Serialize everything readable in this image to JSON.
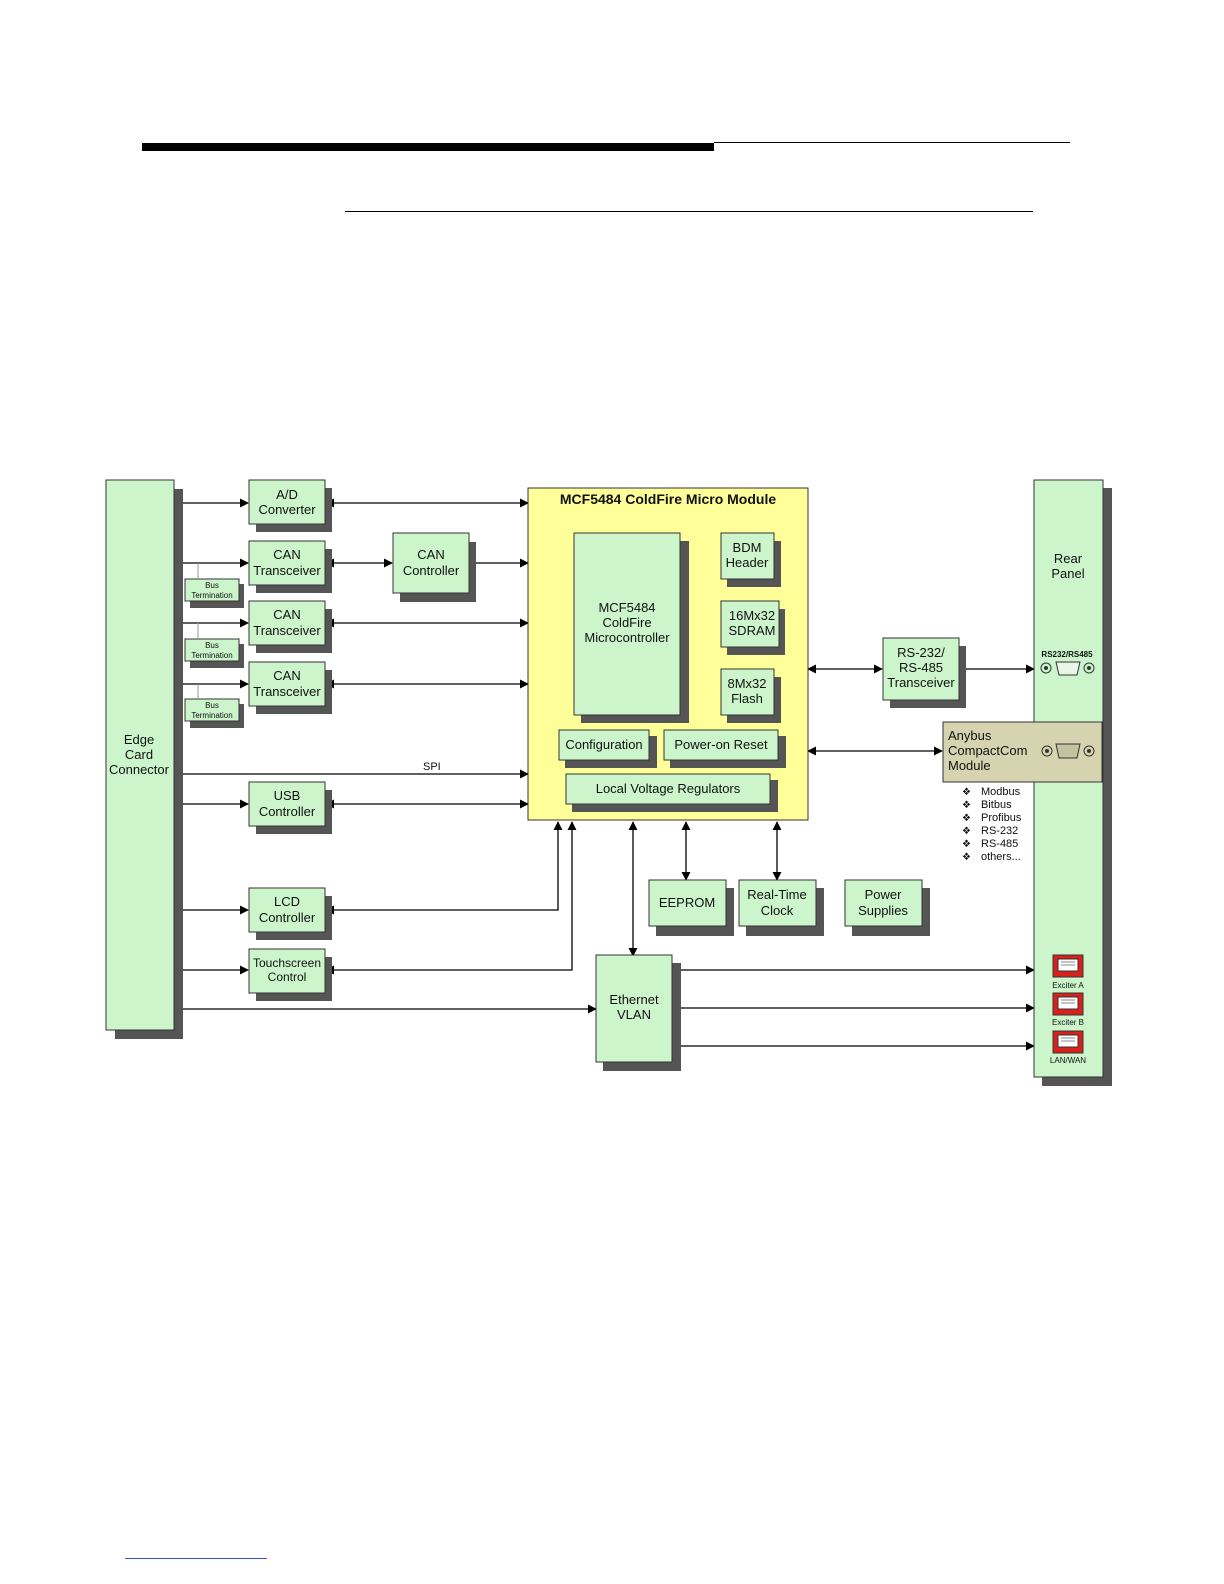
{
  "diagram": {
    "module": {
      "title": "MCF5484 ColdFire Micro Module",
      "mcu": [
        "MCF5484",
        "ColdFire",
        "Microcontroller"
      ],
      "bdm": [
        "BDM",
        "Header"
      ],
      "sdram": [
        "16Mx32",
        "SDRAM"
      ],
      "flash": [
        "8Mx32",
        "Flash"
      ],
      "configuration": "Configuration",
      "power_on_reset": "Power-on Reset",
      "voltage_regulators": "Local Voltage Regulators"
    },
    "edge_connector": [
      "Edge",
      "Card",
      "Connector"
    ],
    "ad_converter": [
      "A/D",
      "Converter"
    ],
    "can_transceiver": [
      "CAN",
      "Transceiver"
    ],
    "can_controller": [
      "CAN",
      "Controller"
    ],
    "bus_termination": [
      "Bus",
      "Termination"
    ],
    "spi_label": "SPI",
    "usb_controller": [
      "USB",
      "Controller"
    ],
    "lcd_controller": [
      "LCD",
      "Controller"
    ],
    "touchscreen_control": [
      "Touchscreen",
      "Control"
    ],
    "ethernet": [
      "Ethernet",
      "VLAN"
    ],
    "eeprom": "EEPROM",
    "rtc": [
      "Real-Time",
      "Clock"
    ],
    "power_supplies": [
      "Power",
      "Supplies"
    ],
    "rs_transceiver": [
      "RS-232/",
      "RS-485",
      "Transceiver"
    ],
    "anybus": [
      "Anybus",
      "CompactCom",
      "Module"
    ],
    "anybus_protocols": [
      "Modbus",
      "Bitbus",
      "Profibus",
      "RS-232",
      "RS-485",
      "others..."
    ],
    "rear_panel": [
      "Rear",
      "Panel"
    ],
    "rs232_port_label": "RS232/RS485",
    "ports": [
      "Exciter A",
      "Exciter B",
      "LAN/WAN"
    ],
    "colors": {
      "box_fill": "#ccf5cc",
      "module_fill": "#ffff99",
      "anybus_fill": "#d6d3b0",
      "shadow": "#555555",
      "port_red": "#d9201b"
    }
  }
}
